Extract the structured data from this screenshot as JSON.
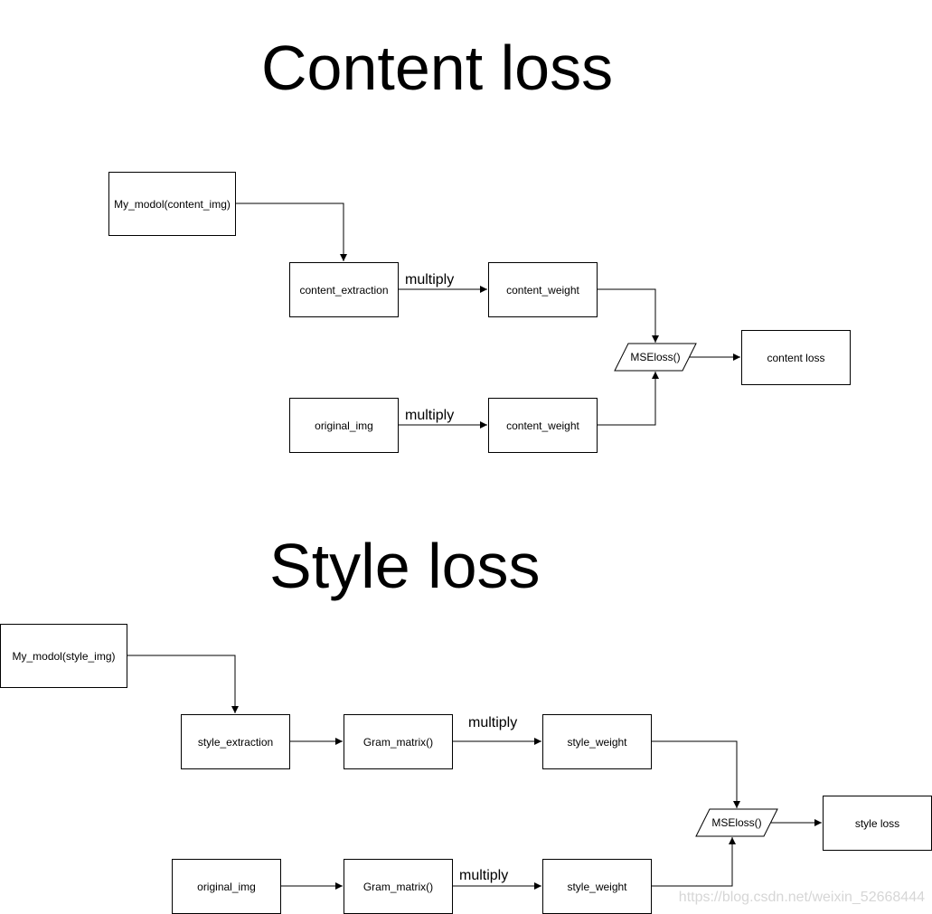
{
  "content": {
    "title": "Content loss",
    "nodes": {
      "model": "My_modol(content_img)",
      "extraction": "content_extraction",
      "weight_top": "content_weight",
      "original": "original_img",
      "weight_bottom": "content_weight",
      "mse": "MSEloss()",
      "result": "content loss"
    },
    "edge_labels": {
      "top": "multiply",
      "bottom": "multiply"
    }
  },
  "style": {
    "title": "Style loss",
    "nodes": {
      "model": "My_modol(style_img)",
      "extraction": "style_extraction",
      "gram_top": "Gram_matrix()",
      "weight_top": "style_weight",
      "original": "original_img",
      "gram_bottom": "Gram_matrix()",
      "weight_bottom": "style_weight",
      "mse": "MSEloss()",
      "result": "style loss"
    },
    "edge_labels": {
      "top": "multiply",
      "bottom": "multiply"
    }
  },
  "watermark": "https://blog.csdn.net/weixin_52668444"
}
